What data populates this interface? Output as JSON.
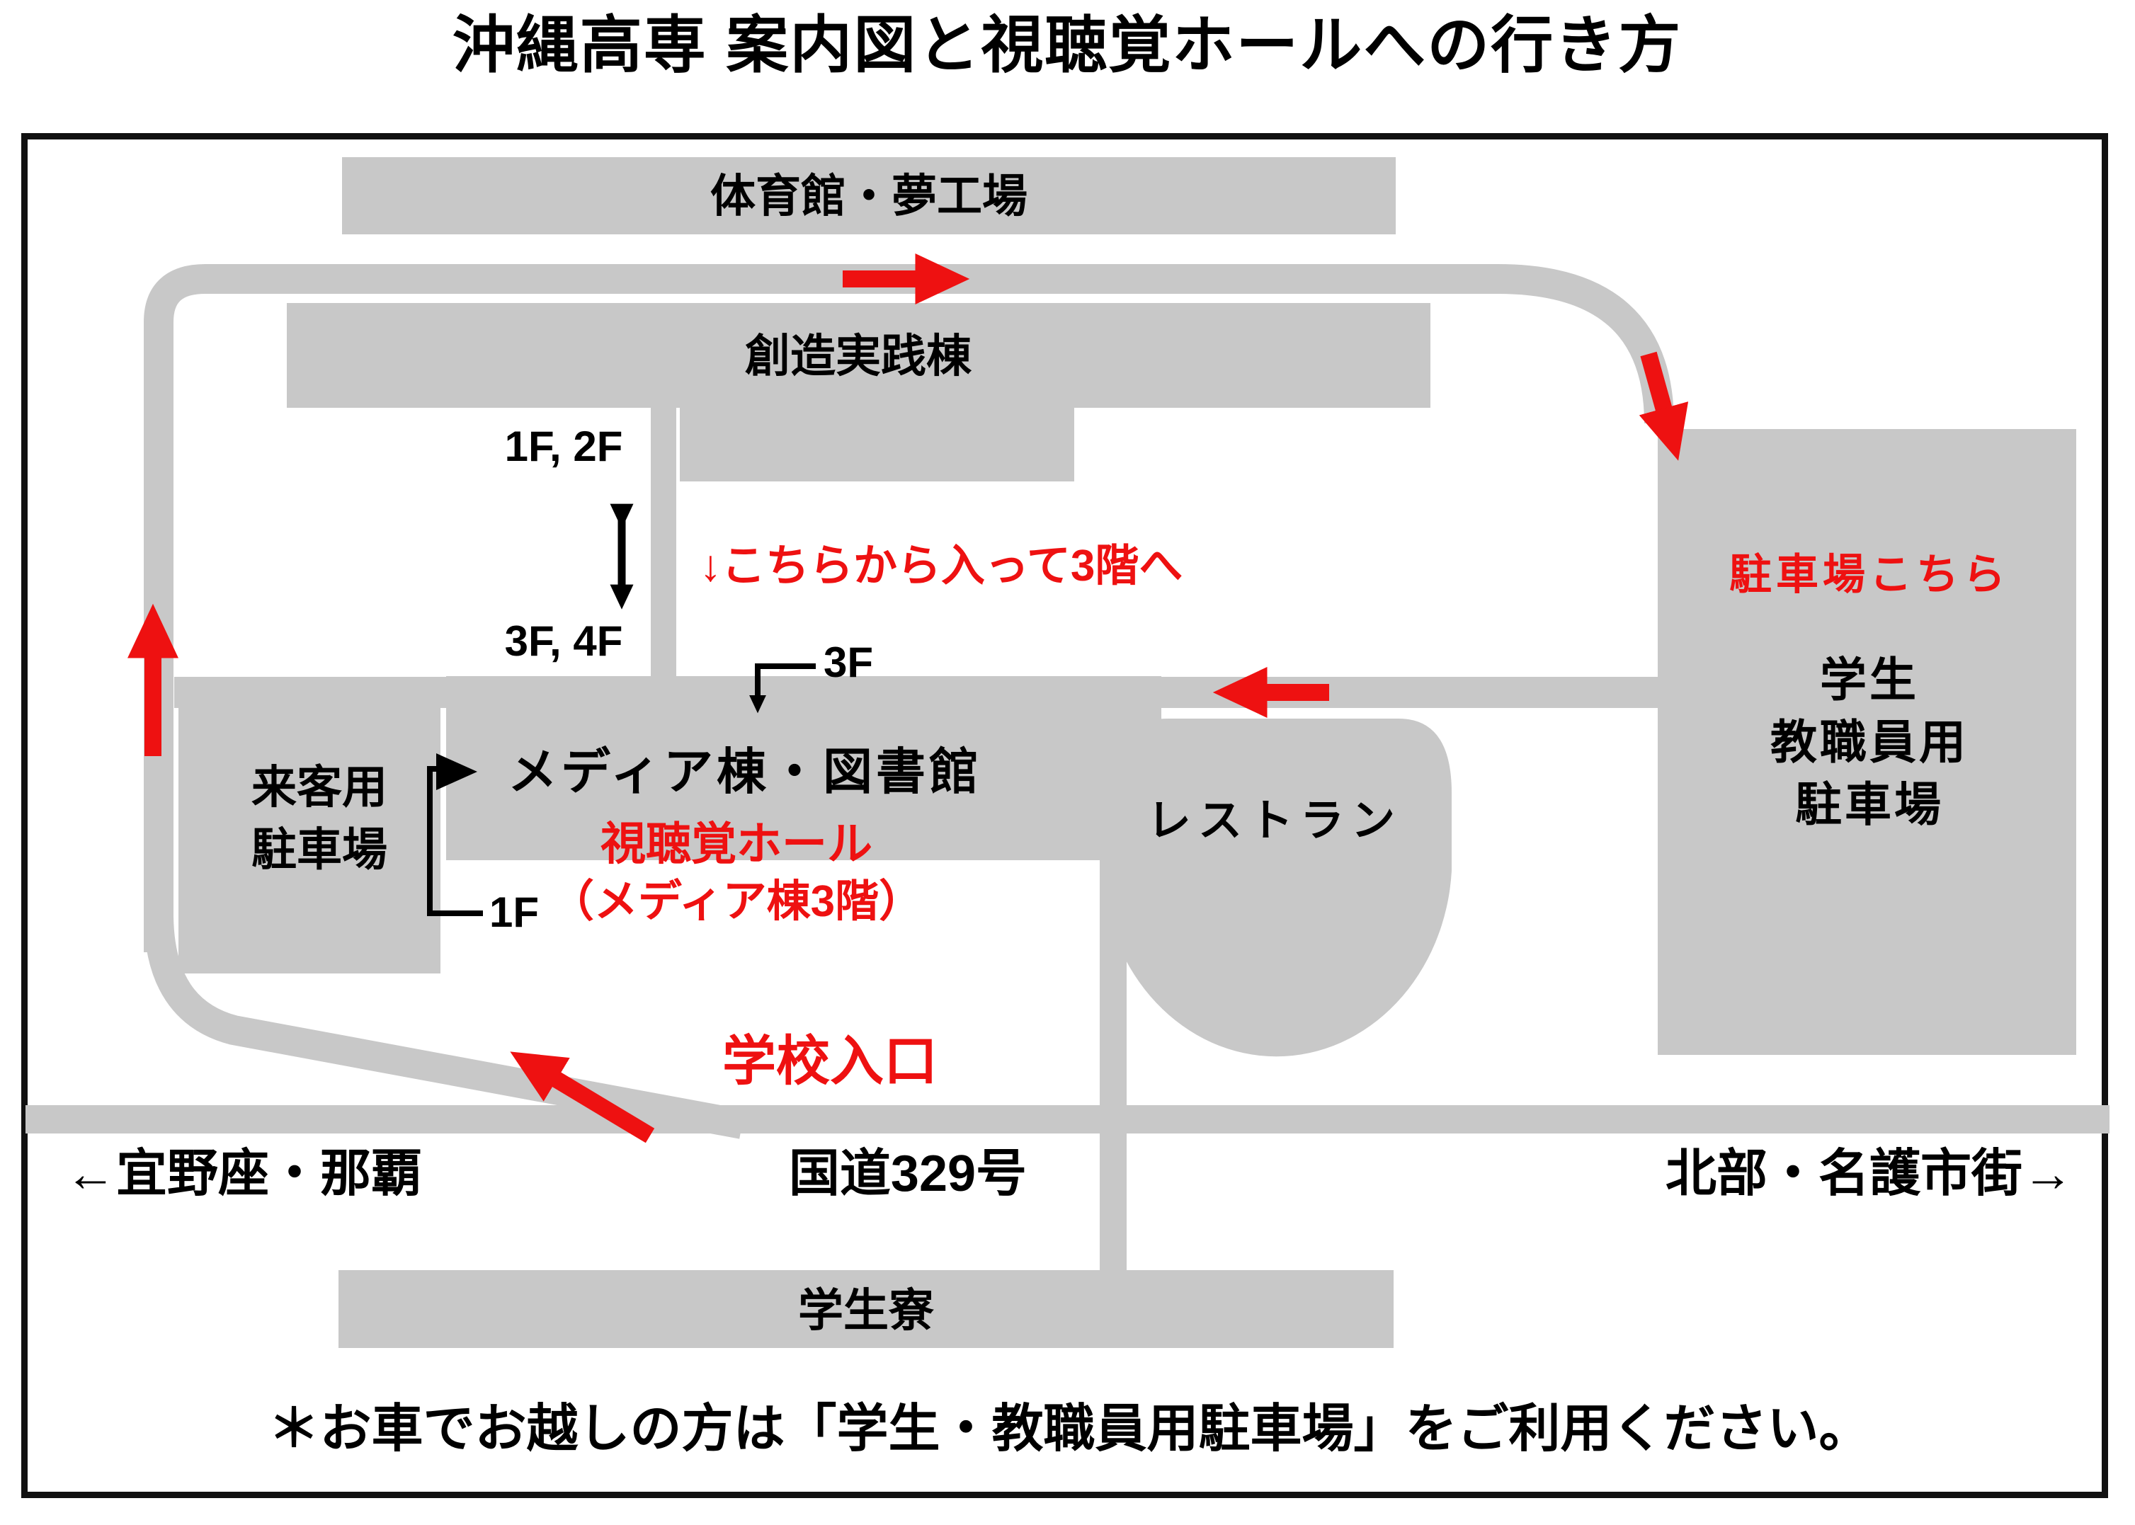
{
  "title": "沖縄高専 案内図と視聴覚ホールへの行き方",
  "colors": {
    "building_gray": "#c8c8c8",
    "road_gray": "#c8c8c8",
    "accent_red": "#ee1111",
    "ink": "#000000"
  },
  "buildings": {
    "gym": "体育館・夢工場",
    "workshop": "創造実践棟",
    "media": "メディア棟・図書館",
    "visitor_parking_line1": "来客用",
    "visitor_parking_line2": "駐車場",
    "restaurant": "レストラン",
    "staff_parking_line1": "学生",
    "staff_parking_line2": "教職員用",
    "staff_parking_line3": "駐車場",
    "dorm": "学生寮"
  },
  "floors": {
    "f12": "1F, 2F",
    "f34": "3F, 4F",
    "f3": "3F",
    "f1": "1F"
  },
  "red_notes": {
    "enter_here": "↓こちらから入って3階へ",
    "hall_line1": "視聴覚ホール",
    "hall_line2": "（メディア棟3階）",
    "school_entrance": "学校入口",
    "parking_here": "駐車場こちら"
  },
  "road_labels": {
    "dir_left": "←宜野座・那覇",
    "route": "国道329号",
    "dir_right": "北部・名護市街→"
  },
  "footnote": "＊お車でお越しの方は「学生・教職員用駐車場」をご利用ください。"
}
